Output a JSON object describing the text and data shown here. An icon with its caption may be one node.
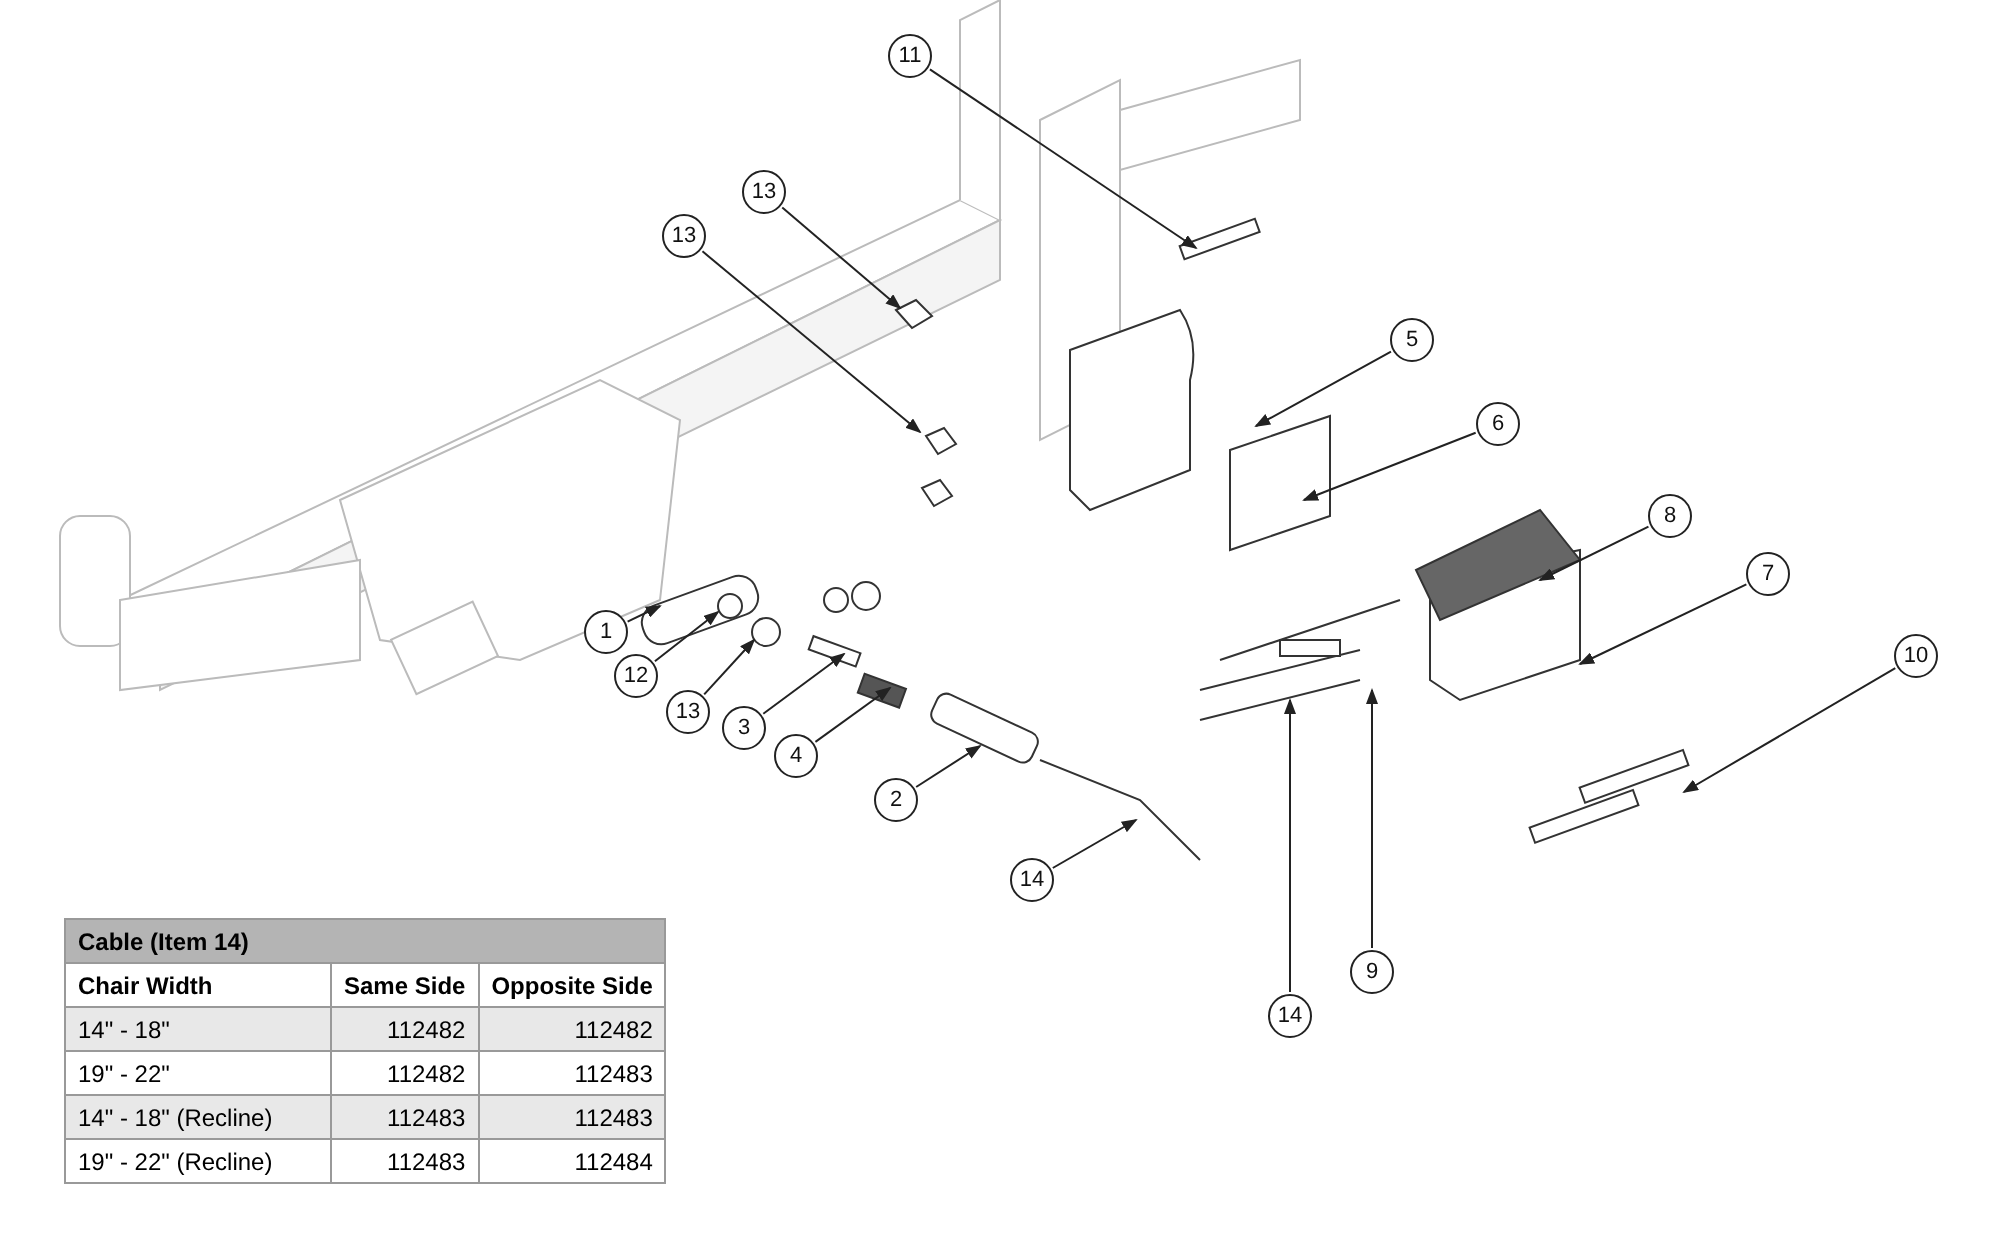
{
  "diagram": {
    "nodes": [
      {
        "text": [
          "11"
        ]
      },
      {
        "text": [
          "13"
        ]
      },
      {
        "text": [
          "13"
        ]
      },
      {
        "text": [
          "5"
        ]
      },
      {
        "text": [
          "6"
        ]
      },
      {
        "text": [
          "8"
        ]
      },
      {
        "text": [
          "7"
        ]
      },
      {
        "text": [
          "10"
        ]
      },
      {
        "text": [
          "1"
        ]
      },
      {
        "text": [
          "12"
        ]
      },
      {
        "text": [
          "13"
        ]
      },
      {
        "text": [
          "3"
        ]
      },
      {
        "text": [
          "4"
        ]
      },
      {
        "text": [
          "2"
        ]
      },
      {
        "text": [
          "14"
        ]
      },
      {
        "text": [
          "14"
        ]
      },
      {
        "text": [
          "9"
        ]
      }
    ],
    "edges": [
      {
        "from": 0,
        "to": null,
        "arrow": "to"
      },
      {
        "from": 1,
        "to": null,
        "arrow": "to"
      },
      {
        "from": 2,
        "to": null,
        "arrow": "to"
      },
      {
        "from": 3,
        "to": null,
        "arrow": "to"
      },
      {
        "from": 4,
        "to": null,
        "arrow": "to"
      },
      {
        "from": 5,
        "to": null,
        "arrow": "to"
      },
      {
        "from": 6,
        "to": null,
        "arrow": "to"
      },
      {
        "from": 7,
        "to": null,
        "arrow": "to"
      },
      {
        "from": 8,
        "to": null,
        "arrow": "to"
      },
      {
        "from": 9,
        "to": null,
        "arrow": "to"
      },
      {
        "from": 10,
        "to": null,
        "arrow": "to"
      },
      {
        "from": 11,
        "to": null,
        "arrow": "to"
      },
      {
        "from": 12,
        "to": null,
        "arrow": "to"
      },
      {
        "from": 13,
        "to": null,
        "arrow": "to"
      },
      {
        "from": 14,
        "to": null,
        "arrow": "to"
      },
      {
        "from": 15,
        "to": null,
        "arrow": "to"
      },
      {
        "from": 16,
        "to": null,
        "arrow": "to"
      }
    ],
    "labels": [
      "Cable (Item 14)",
      "Chair Width",
      "Same Side",
      "Opposite Side",
      "14\" - 18\"",
      "112482",
      "112482",
      "19\" - 22\"",
      "112482",
      "112483",
      "14\" - 18\" (Recline)",
      "112483",
      "112483",
      "19\" - 22\" (Recline)",
      "112483",
      "112484"
    ]
  }
}
